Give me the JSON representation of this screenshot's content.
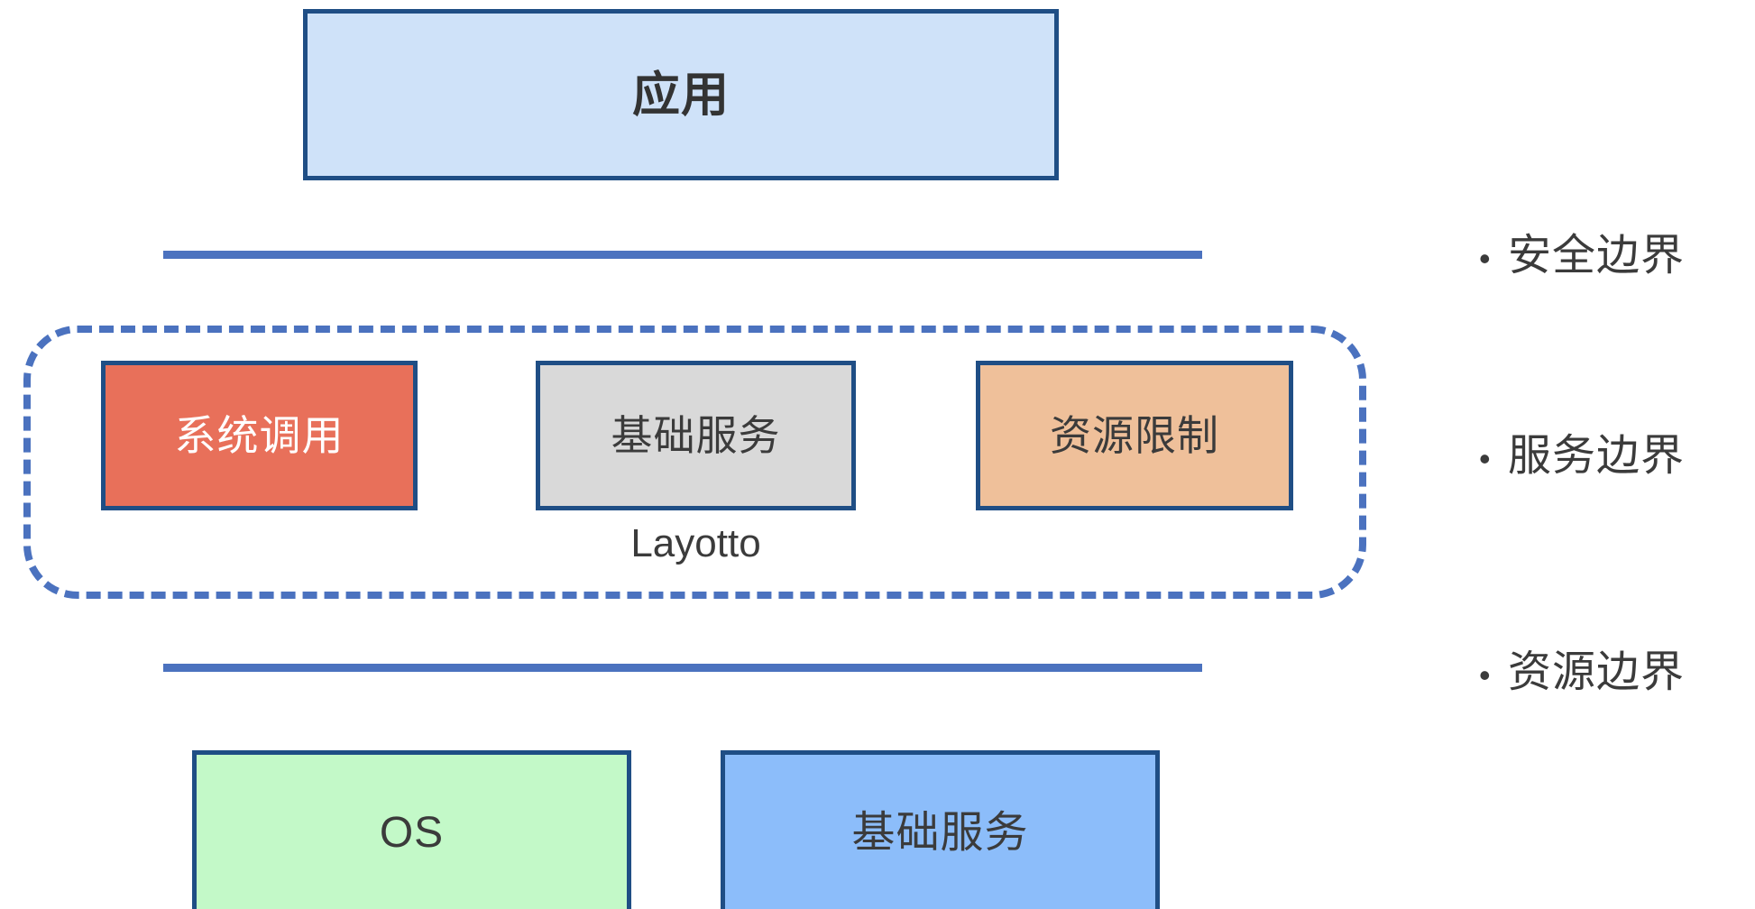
{
  "diagram": {
    "title_layer": {
      "app_box": {
        "label": "应用",
        "fill": "#cfe2f9",
        "border": "#1f4e85"
      }
    },
    "boundary_lines": {
      "color": "#4b72bf",
      "top_label": "",
      "bottom_label": ""
    },
    "layotto": {
      "container_label": "Layotto",
      "border_color": "#4b72bf",
      "boxes": [
        {
          "label": "系统调用",
          "fill": "#e8705a",
          "text_color": "#ffffff",
          "border": "#1f4e85"
        },
        {
          "label": "基础服务",
          "fill": "#d9d9d9",
          "text_color": "#3b3b3b",
          "border": "#1f4e85"
        },
        {
          "label": "资源限制",
          "fill": "#efc09a",
          "text_color": "#3b3b3b",
          "border": "#1f4e85"
        }
      ]
    },
    "infrastructure": {
      "boxes": [
        {
          "label": "OS",
          "fill": "#c3f9c8",
          "border": "#1f4e85"
        },
        {
          "label": "基础服务",
          "fill": "#8cbdfa",
          "border": "#1f4e85"
        }
      ]
    },
    "bullets": {
      "marker": "•",
      "items": [
        {
          "label": "安全边界"
        },
        {
          "label": "服务边界"
        },
        {
          "label": "资源边界"
        }
      ]
    }
  }
}
